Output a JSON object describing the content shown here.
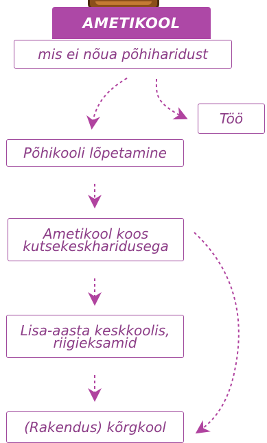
{
  "diagram": {
    "title": "AMETIKOOL",
    "nodes": {
      "top": "mis ei nõua põhiharidust",
      "work": "Töö",
      "basic": "Põhikooli lõpetamine",
      "vocational": [
        "Ametikool koos",
        "kutsekeskharidusega"
      ],
      "extra_year": [
        "Lisa-aasta keskkoolis,",
        "riigieksamid"
      ],
      "college": "(Rakendus) kõrgkool"
    }
  },
  "colors": {
    "accent": "#ad48a6",
    "text": "#8c3d87",
    "arrow": "#b0439f",
    "tablet": "#8b4f19",
    "tablet_border": "#4b2a0d"
  }
}
